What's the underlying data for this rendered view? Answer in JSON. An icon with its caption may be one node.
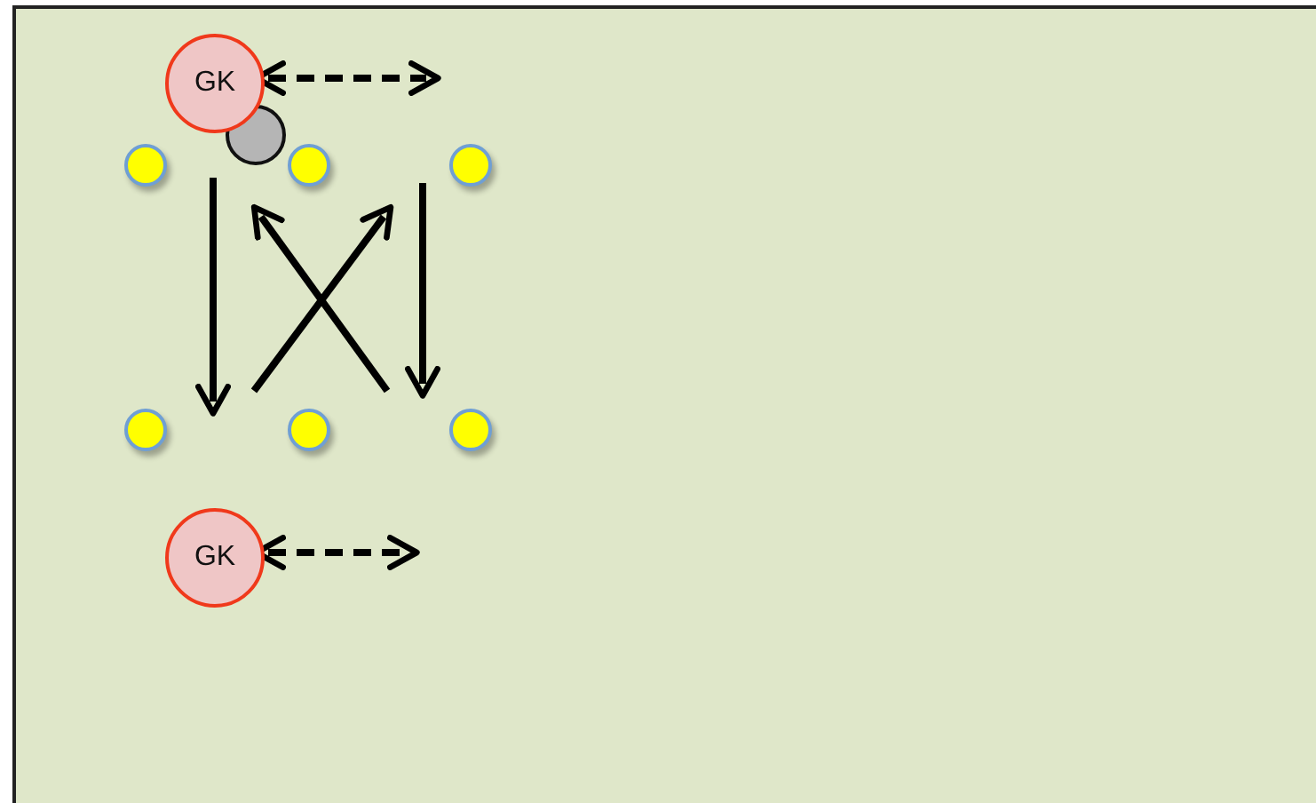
{
  "diagram": {
    "nodes": [
      {
        "text": [
          "GK"
        ]
      },
      {
        "text": [],
        "shape": "circle"
      },
      {
        "text": [],
        "shape": "circle"
      },
      {
        "text": [],
        "shape": "circle"
      },
      {
        "text": [],
        "shape": "circle"
      },
      {
        "text": [],
        "shape": "circle"
      },
      {
        "text": [],
        "shape": "circle"
      },
      {
        "text": [],
        "shape": "circle"
      },
      {
        "text": [
          "GK"
        ]
      }
    ],
    "edges": [
      {
        "from": 0,
        "to": null,
        "arrow": "both",
        "style": "dashed"
      },
      {
        "from": 8,
        "to": null,
        "arrow": "both",
        "style": "dashed"
      }
    ]
  }
}
